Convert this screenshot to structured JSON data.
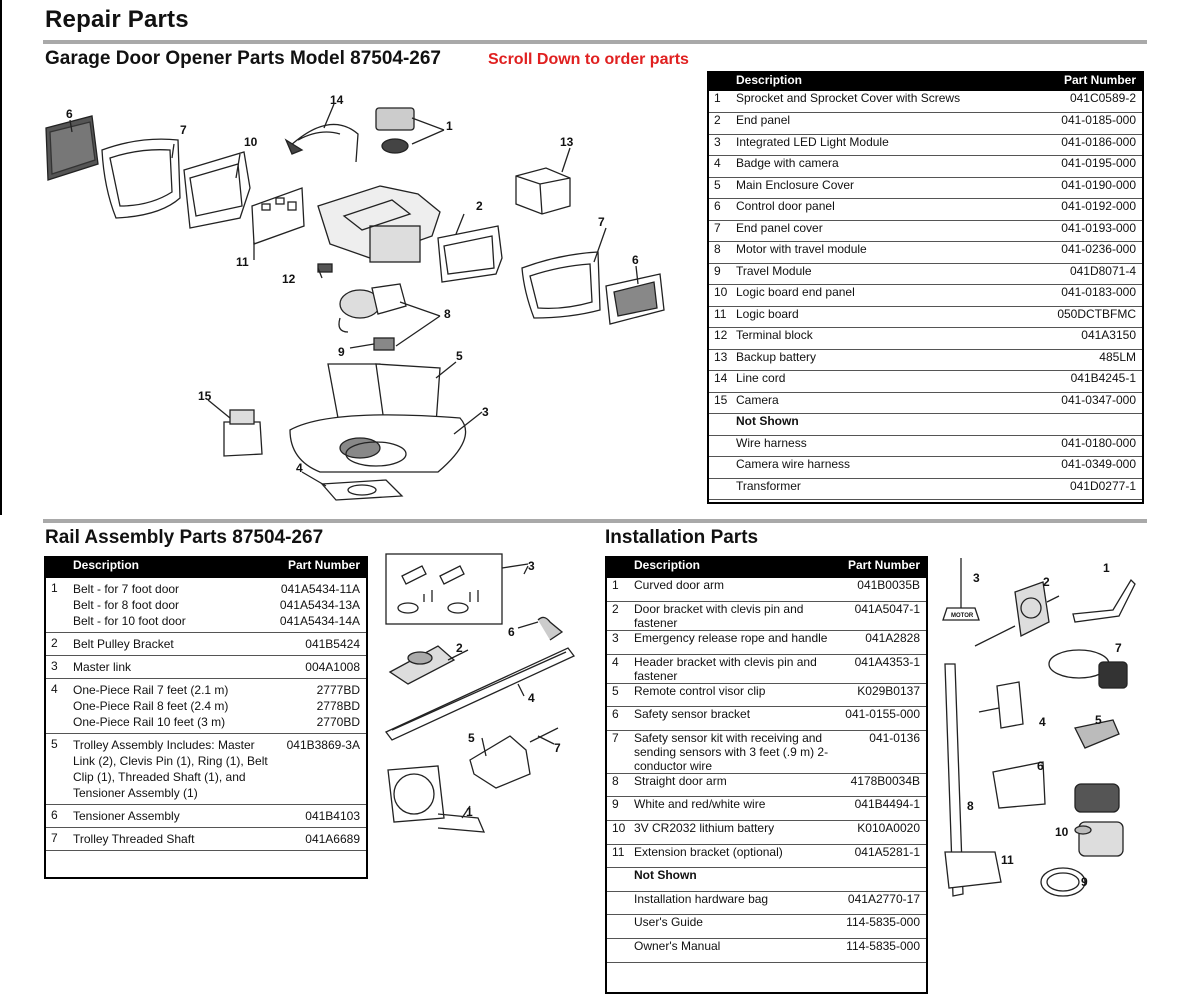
{
  "page_title": "Repair Parts",
  "opener": {
    "title": "Garage Door Opener Parts Model 87504-267",
    "scroll_note": "Scroll Down to order parts",
    "headers": {
      "desc": "Description",
      "part": "Part Number"
    },
    "rows": [
      {
        "n": "1",
        "d": "Sprocket and Sprocket Cover with Screws",
        "p": "041C0589-2"
      },
      {
        "n": "2",
        "d": "End panel",
        "p": "041-0185-000"
      },
      {
        "n": "3",
        "d": "Integrated LED Light Module",
        "p": "041-0186-000"
      },
      {
        "n": "4",
        "d": "Badge with camera",
        "p": "041-0195-000"
      },
      {
        "n": "5",
        "d": "Main Enclosure Cover",
        "p": "041-0190-000"
      },
      {
        "n": "6",
        "d": "Control door panel",
        "p": "041-0192-000"
      },
      {
        "n": "7",
        "d": "End panel cover",
        "p": "041-0193-000"
      },
      {
        "n": "8",
        "d": "Motor with travel module",
        "p": "041-0236-000"
      },
      {
        "n": "9",
        "d": "Travel Module",
        "p": "041D8071-4"
      },
      {
        "n": "10",
        "d": "Logic board end panel",
        "p": "041-0183-000"
      },
      {
        "n": "11",
        "d": "Logic board",
        "p": "050DCTBFMC"
      },
      {
        "n": "12",
        "d": "Terminal block",
        "p": "041A3150"
      },
      {
        "n": "13",
        "d": "Backup battery",
        "p": "485LM"
      },
      {
        "n": "14",
        "d": "Line cord",
        "p": "041B4245-1"
      },
      {
        "n": "15",
        "d": "Camera",
        "p": "041-0347-000"
      }
    ],
    "not_shown_label": "Not Shown",
    "not_shown": [
      {
        "d": "Wire harness",
        "p": "041-0180-000"
      },
      {
        "d": "Camera wire harness",
        "p": "041-0349-000"
      },
      {
        "d": "Transformer",
        "p": "041D0277-1"
      }
    ],
    "callouts": [
      "1",
      "2",
      "3",
      "4",
      "5",
      "6",
      "7",
      "8",
      "9",
      "10",
      "11",
      "12",
      "13",
      "14",
      "15",
      "6",
      "7"
    ]
  },
  "rail": {
    "title": "Rail Assembly Parts 87504-267",
    "headers": {
      "desc": "Description",
      "part": "Part Number"
    },
    "rows": [
      {
        "n": "1",
        "d": [
          "Belt - for 7 foot door",
          "Belt - for 8 foot door",
          "Belt - for 10 foot door"
        ],
        "p": [
          "041A5434-11A",
          "041A5434-13A",
          "041A5434-14A"
        ]
      },
      {
        "n": "2",
        "d": [
          "Belt Pulley Bracket"
        ],
        "p": [
          "041B5424"
        ]
      },
      {
        "n": "3",
        "d": [
          "Master link"
        ],
        "p": [
          "004A1008"
        ]
      },
      {
        "n": "4",
        "d": [
          "One-Piece Rail 7 feet (2.1 m)",
          "One-Piece Rail 8 feet (2.4 m)",
          "One-Piece Rail 10 feet (3 m)"
        ],
        "p": [
          "2777BD",
          "2778BD",
          "2770BD"
        ]
      },
      {
        "n": "5",
        "d": [
          "Trolley Assembly Includes: Master Link (2), Clevis Pin (1), Ring (1), Belt Clip (1), Threaded Shaft (1), and Tensioner Assembly (1)"
        ],
        "p": [
          "041B3869-3A"
        ]
      },
      {
        "n": "6",
        "d": [
          "Tensioner Assembly"
        ],
        "p": [
          "041B4103"
        ]
      },
      {
        "n": "7",
        "d": [
          "Trolley Threaded Shaft"
        ],
        "p": [
          "041A6689"
        ]
      }
    ],
    "callouts": [
      "3",
      "2",
      "6",
      "4",
      "5",
      "7",
      "1"
    ]
  },
  "install": {
    "title": "Installation Parts",
    "headers": {
      "desc": "Description",
      "part": "Part Number"
    },
    "rows": [
      {
        "n": "1",
        "d": "Curved door arm",
        "p": "041B0035B"
      },
      {
        "n": "2",
        "d": "Door bracket with clevis pin and fastener",
        "p": "041A5047-1"
      },
      {
        "n": "3",
        "d": "Emergency release rope and handle",
        "p": "041A2828"
      },
      {
        "n": "4",
        "d": "Header bracket with clevis pin and fastener",
        "p": "041A4353-1"
      },
      {
        "n": "5",
        "d": "Remote control visor clip",
        "p": "K029B0137"
      },
      {
        "n": "6",
        "d": "Safety sensor bracket",
        "p": "041-0155-000"
      },
      {
        "n": "7",
        "d": "Safety sensor kit with receiving and sending sensors with 3 feet (.9 m) 2-conductor wire",
        "p": "041-0136"
      },
      {
        "n": "8",
        "d": "Straight door arm",
        "p": "4178B0034B"
      },
      {
        "n": "9",
        "d": "White and red/white wire",
        "p": "041B4494-1"
      },
      {
        "n": "10",
        "d": "3V CR2032 lithium battery",
        "p": "K010A0020"
      },
      {
        "n": "11",
        "d": "Extension bracket (optional)",
        "p": "041A5281-1"
      }
    ],
    "not_shown_label": "Not Shown",
    "not_shown": [
      {
        "d": "Installation hardware bag",
        "p": "041A2770-17"
      },
      {
        "d": "User's Guide",
        "p": "114-5835-000"
      },
      {
        "d": "Owner's Manual",
        "p": "114-5835-000"
      }
    ],
    "callouts": [
      "3",
      "2",
      "1",
      "7",
      "4",
      "5",
      "6",
      "8",
      "10",
      "11",
      "9"
    ],
    "handle_text": "MOTOR"
  }
}
